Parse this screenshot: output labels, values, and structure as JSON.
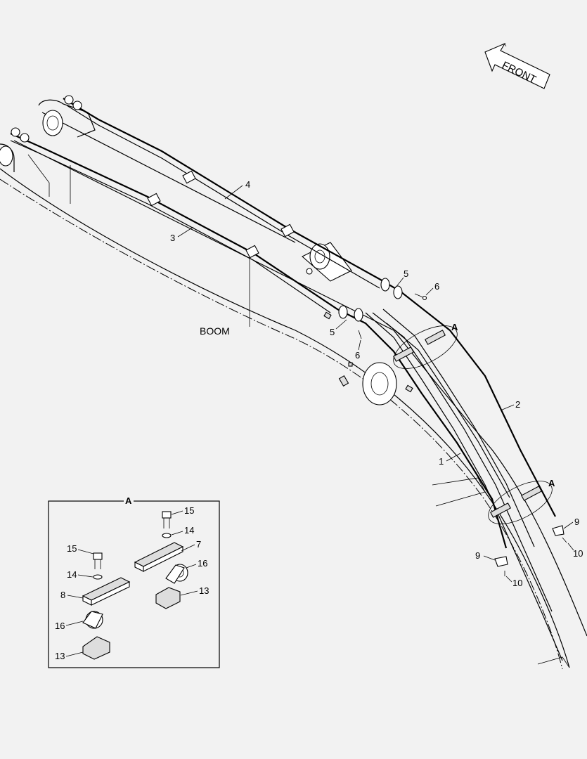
{
  "diagram": {
    "direction_label": "FRONT",
    "component_label": "BOOM",
    "detail_view": {
      "title": "A",
      "callouts": [
        "15",
        "14",
        "7",
        "16",
        "13",
        "15",
        "14",
        "8",
        "16",
        "13"
      ]
    },
    "callouts": [
      "4",
      "3",
      "5",
      "6",
      "5",
      "6",
      "A",
      "2",
      "1",
      "A",
      "9",
      "10",
      "9",
      "10"
    ]
  }
}
